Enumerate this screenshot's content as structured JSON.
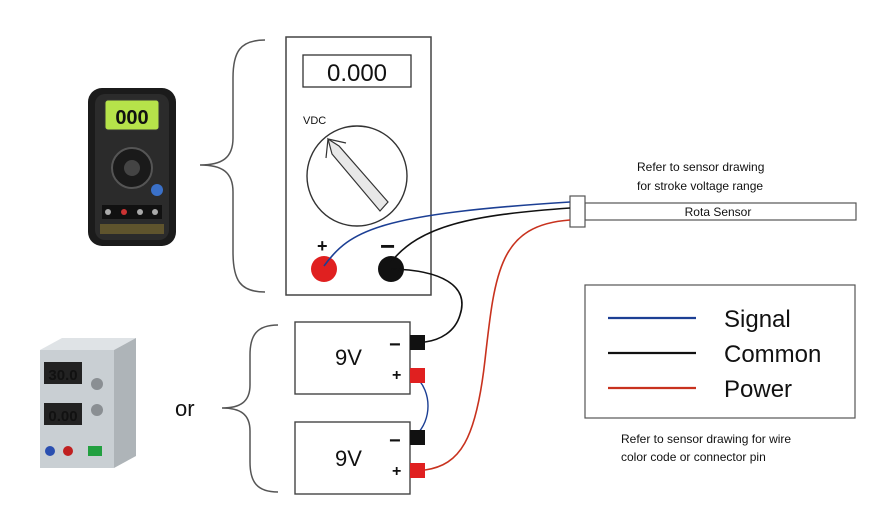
{
  "meter": {
    "display_value": "0.000",
    "dial_label": "VDC",
    "plus_sign": "+",
    "minus_sign": "−"
  },
  "sensor": {
    "label": "Rota Sensor",
    "note_line1": "Refer to sensor drawing",
    "note_line2": "for stroke voltage range"
  },
  "batteries": [
    {
      "label": "9V",
      "minus": "−",
      "plus": "+"
    },
    {
      "label": "9V",
      "minus": "−",
      "plus": "+"
    }
  ],
  "or_label": "or",
  "legend": {
    "items": [
      {
        "label": "Signal",
        "color": "#1c3f94"
      },
      {
        "label": "Common",
        "color": "#111111"
      },
      {
        "label": "Power",
        "color": "#c8321e"
      }
    ]
  },
  "footer_note": {
    "line1": "Refer to sensor drawing for wire",
    "line2": "color code or connector pin"
  },
  "photos": {
    "multimeter_display": "000",
    "psu_display_top": "30.0",
    "psu_display_bottom": "0.00"
  },
  "colors": {
    "signal": "#1c3f94",
    "common": "#111111",
    "power": "#c8321e",
    "terminal_red": "#e02020",
    "terminal_black": "#111111",
    "lcd_green": "#b6e34a"
  }
}
